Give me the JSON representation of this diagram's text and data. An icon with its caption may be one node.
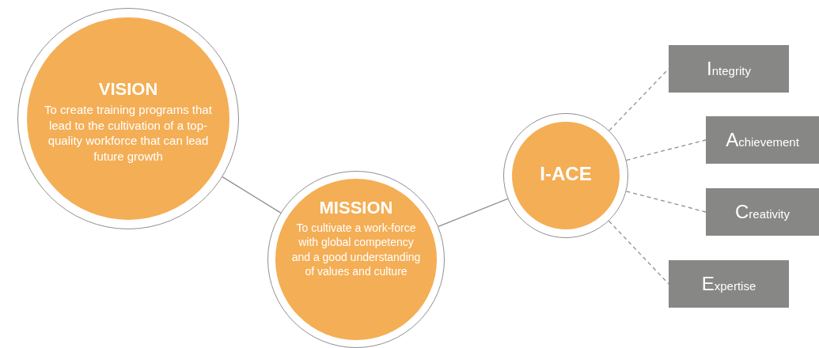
{
  "diagram": {
    "nodes": [
      {
        "text": [
          "VISION",
          "To create training programs that lead to the cultivation of a top-quality workforce that can lead future growth"
        ]
      },
      {
        "text": [
          "MISSION",
          "To cultivate a work-force with global competency and a good understanding of values and culture"
        ]
      },
      {
        "text": [
          "I-ACE"
        ]
      },
      {
        "text": [
          "Integrity"
        ]
      },
      {
        "text": [
          "Achievement"
        ]
      },
      {
        "text": [
          "Creativity"
        ]
      },
      {
        "text": [
          "Expertise"
        ]
      }
    ],
    "edges": [
      {
        "from": 0,
        "to": 1,
        "arrow": "none"
      },
      {
        "from": 1,
        "to": 2,
        "arrow": "none"
      },
      {
        "from": 2,
        "to": 3,
        "arrow": "none",
        "style": "dashed"
      },
      {
        "from": 2,
        "to": 4,
        "arrow": "none",
        "style": "dashed"
      },
      {
        "from": 2,
        "to": 5,
        "arrow": "none",
        "style": "dashed"
      },
      {
        "from": 2,
        "to": 6,
        "arrow": "none",
        "style": "dashed"
      }
    ]
  }
}
